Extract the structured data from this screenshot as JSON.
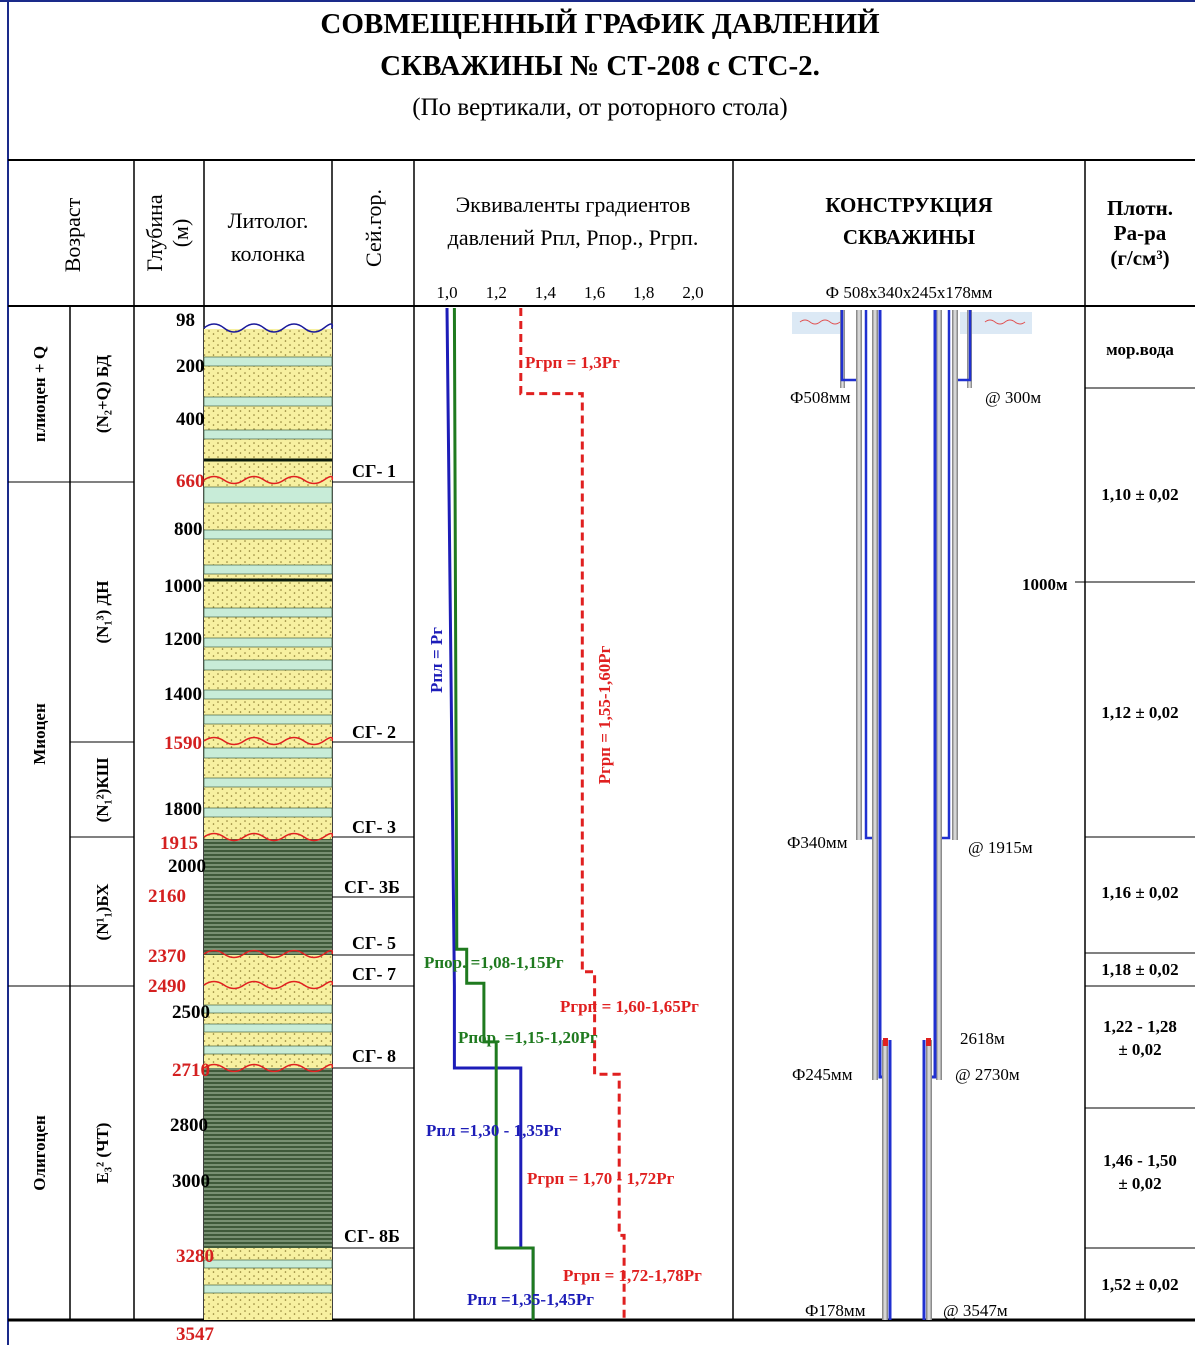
{
  "title": {
    "line1": "СОВМЕЩЕННЫЙ ГРАФИК ДАВЛЕНИЙ",
    "line2": "СКВАЖИНЫ № СТ-208 с СТС-2.",
    "line3": "(По вертикали, от роторного стола)"
  },
  "headers": {
    "age": "Возраст",
    "depth1": "Глубина",
    "depth2": "(м)",
    "litho1": "Литолог.",
    "litho2": "колонка",
    "seis": "Сей.гор.",
    "grad1": "Эквиваленты градиентов",
    "grad2": "давлений Рпл, Рпор., Ргрп.",
    "constr1": "КОНСТРУКЦИЯ",
    "constr2": "СКВАЖИНЫ",
    "dens1": "Плотн.",
    "dens2": "Ра-ра",
    "dens3": "(г/см³)"
  },
  "axis": {
    "ticks": [
      "1,0",
      "1,2",
      "1,4",
      "1,6",
      "1,8",
      "2,0"
    ],
    "tick_values": [
      1.0,
      1.2,
      1.4,
      1.6,
      1.8,
      2.0
    ]
  },
  "casing_header": "Ф 508х340х245х178мм",
  "ages": {
    "epoch": [
      "плиоцен + Q",
      "Миоцен",
      "Олигоцен"
    ],
    "formation": [
      "(N₂+Q) БД",
      "(N₁³) ДН",
      "(N₁²)КШ",
      "(N¹₁)БХ",
      "E₃² (ЧТ)"
    ]
  },
  "depth_labels": {
    "black": [
      "98",
      "200",
      "400",
      "800",
      "1000",
      "1200",
      "1400",
      "1800",
      "2000",
      "2500",
      "2800",
      "3000"
    ],
    "red": [
      "660",
      "1590",
      "1915",
      "2160",
      "2370",
      "2490",
      "2710",
      "3280",
      "3547"
    ]
  },
  "seismic_horizons": [
    "СГ- 1",
    "СГ- 2",
    "СГ- 3",
    "СГ- 3Б",
    "СГ- 5",
    "СГ- 7",
    "СГ- 8",
    "СГ- 8Б"
  ],
  "chart_data": {
    "type": "line",
    "title": "Эквиваленты градиентов давлений Рпл, Рпор., Ргрп.",
    "xlim": [
      1.0,
      2.0
    ],
    "ylabel": "Глубина (м)",
    "ylim": [
      98,
      3547
    ],
    "series": [
      {
        "name": "Рпл",
        "points": [
          [
            1.0,
            98
          ],
          [
            1.03,
            2490
          ],
          [
            1.03,
            2710
          ],
          [
            1.3,
            2710
          ],
          [
            1.3,
            3280
          ],
          [
            1.35,
            3280
          ],
          [
            1.35,
            3547
          ]
        ]
      },
      {
        "name": "Рпор.",
        "points": [
          [
            1.03,
            98
          ],
          [
            1.04,
            2360
          ],
          [
            1.08,
            2360
          ],
          [
            1.08,
            2480
          ],
          [
            1.15,
            2480
          ],
          [
            1.15,
            2640
          ],
          [
            1.2,
            2640
          ],
          [
            1.2,
            3280
          ],
          [
            1.35,
            3280
          ],
          [
            1.35,
            3547
          ]
        ]
      },
      {
        "name": "Ргрп",
        "points": [
          [
            1.3,
            98
          ],
          [
            1.3,
            400
          ],
          [
            1.55,
            400
          ],
          [
            1.55,
            2440
          ],
          [
            1.6,
            2440
          ],
          [
            1.6,
            2730
          ],
          [
            1.7,
            2730
          ],
          [
            1.7,
            3240
          ],
          [
            1.72,
            3240
          ],
          [
            1.72,
            3547
          ]
        ]
      }
    ],
    "annotations": [
      "Ргрп = 1,3Рг",
      "Рпл = Рг",
      "Ргрп = 1,55-1,60Рг",
      "Рпор. =1,08-1,15Рг",
      "Ргрп = 1,60-1,65Рг",
      "Рпор. =1,15-1,20Рг",
      "Рпл =1,30 - 1,35Рг",
      "Ргрп = 1,70 - 1,72Рг",
      "Ргрп = 1,72-1,78Рг",
      "Рпл =1,35-1,45Рг"
    ]
  },
  "casing": {
    "labels_left": [
      "Ф508мм",
      "Ф340мм",
      "Ф245мм",
      "Ф178мм"
    ],
    "labels_right": [
      "@ 300м",
      "1000м",
      "@ 1915м",
      "2618м",
      "@ 2730м",
      "@ 3547м"
    ]
  },
  "densities": [
    {
      "v": "мор.вода",
      "l2": ""
    },
    {
      "v": "1,10 ± 0,02",
      "l2": ""
    },
    {
      "v": "1,12 ± 0,02",
      "l2": ""
    },
    {
      "v": "1,16 ± 0,02",
      "l2": ""
    },
    {
      "v": "1,18 ± 0,02",
      "l2": ""
    },
    {
      "v": "1,22 - 1,28",
      "l2": "± 0,02"
    },
    {
      "v": "1,46 - 1,50",
      "l2": "± 0,02"
    },
    {
      "v": "1,52 ± 0,02",
      "l2": ""
    }
  ],
  "colors": {
    "p_pl": "#1d1db8",
    "p_por": "#1f7a1f",
    "p_grp": "#e02020",
    "depth_red": "#d42020",
    "sand": "#f7f0a0",
    "clay": "#3f5a3a",
    "silt": "#c8ecd8",
    "frame": "#1a2a8a"
  }
}
